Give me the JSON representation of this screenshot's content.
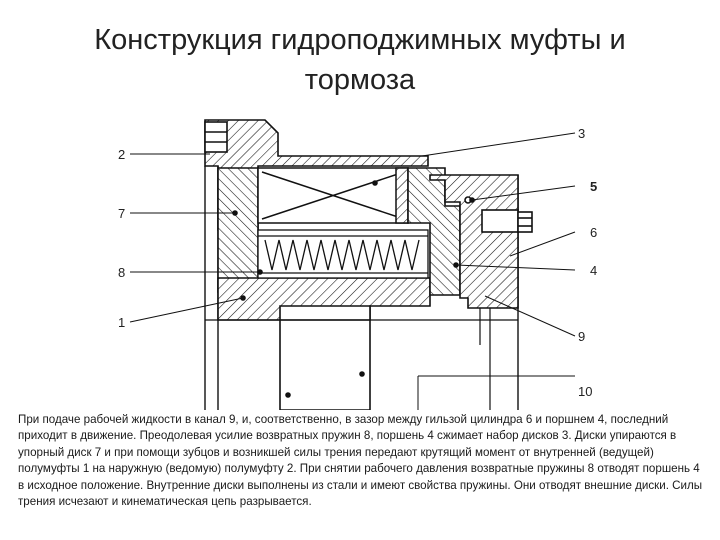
{
  "slide": {
    "title": "Конструкция гидроподжимных муфты и тормоза"
  },
  "diagram": {
    "callouts": {
      "c1": "1",
      "c2": "2",
      "c3": "3",
      "c4": "4",
      "c5": "5",
      "c6": "6",
      "c7": "7",
      "c8": "8",
      "c9": "9",
      "c10": "10"
    }
  },
  "description": {
    "text": "При подаче рабочей жидкости в канал 9, и, соответственно, в зазор между гильзой цилиндра 6 и поршнем 4, последний приходит в движение. Преодолевая усилие возвратных пружин 8, поршень 4 сжимает набор дисков 3. Диски упираются в упорный диск 7 и при помощи зубцов и возникшей силы трения передают крутящий момент от внутренней (ведущей) полумуфты 1 на наружную (ведомую) полумуфту 2. При снятии рабочего давления возвратные пружины 8 отводят поршень 4 в исходное положение. Внутренние диски выполнены из стали и имеют свойства пружины. Они отводят внешние диски. Силы трения исчезают и кинематическая цепь разрывается."
  }
}
